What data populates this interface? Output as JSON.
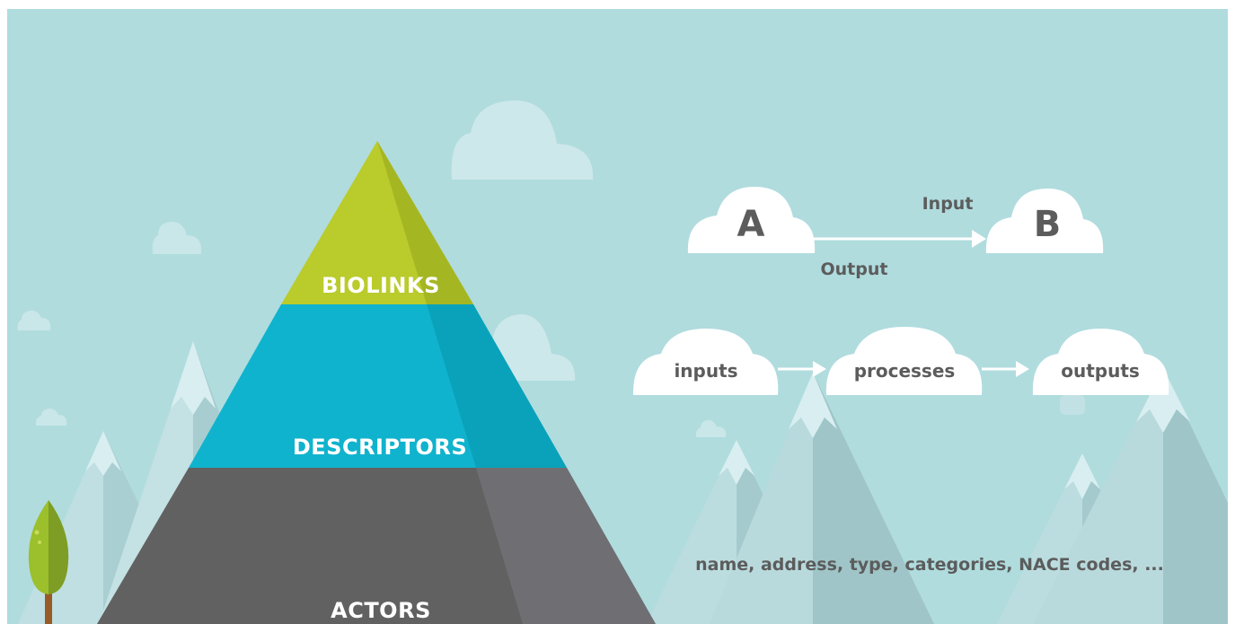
{
  "pyramid": {
    "top": "BIOLINKS",
    "middle": "DESCRIPTORS",
    "bottom": "ACTORS"
  },
  "link_diagram": {
    "node_a": "A",
    "node_b": "B",
    "label_input": "Input",
    "label_output": "Output"
  },
  "flow": {
    "step1": "inputs",
    "step2": "processes",
    "step3": "outputs"
  },
  "attributes_text": "name, address, type, categories, NACE codes, ...",
  "colors": {
    "sky": "#b0dcde",
    "mountain_far": "#c6e3e6",
    "mountain_near": "#9fc5c8",
    "biolinks": "#bacb2c",
    "descriptors": "#10b3cd",
    "actors": "#616161",
    "cloud": "#ffffff"
  }
}
